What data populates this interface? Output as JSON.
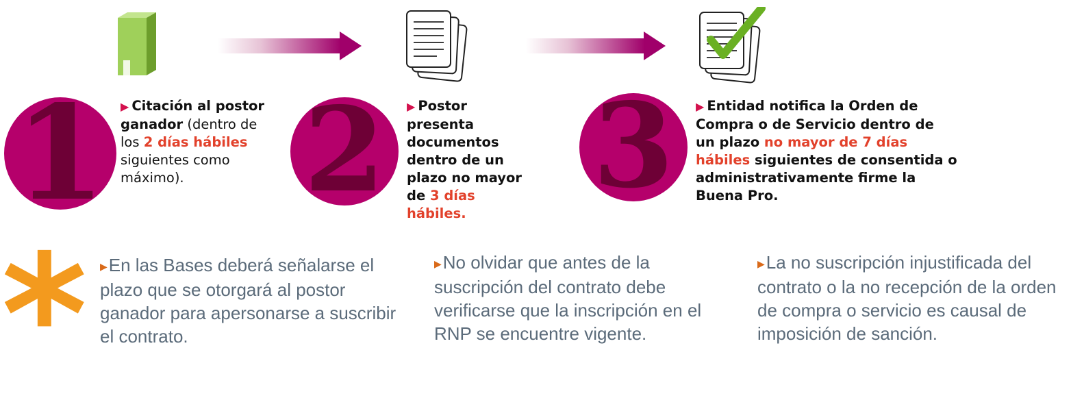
{
  "steps": [
    {
      "number": "1",
      "icon": "building-icon",
      "bold_text": "Citación al postor ganador",
      "pre_highlight": " (dentro de los ",
      "highlight": "2 días hábiles",
      "post_highlight": " siguientes como máximo)."
    },
    {
      "number": "2",
      "icon": "documents-icon",
      "bold_text": "Postor presenta documentos dentro de un plazo no mayor de ",
      "highlight": "3 días hábiles."
    },
    {
      "number": "3",
      "icon": "approved-documents-icon",
      "bold_pre": "Entidad notifica la Orden de Compra o de Servicio dentro de un plazo ",
      "highlight": "no mayor de 7 días hábiles",
      "bold_post": " siguientes de consentida o administrativamente firme la Buena Pro."
    }
  ],
  "notes": {
    "asterisk": "*",
    "items": [
      "En las Bases deberá señalarse el plazo que se otorgará al postor ganador para apersonarse a suscribir el contrato.",
      "No olvidar que antes de la suscripción del contrato debe verificarse que la inscripción en el RNP se encuentre vigente.",
      "La no suscripción injustificada del contrato o la no recepción de la orden de compra o servicio es causal de imposición de sanción."
    ]
  },
  "colors": {
    "circle": "#b5006b",
    "number": "#6e0036",
    "highlight": "#e2412b",
    "arrow": "#a0006a",
    "asterisk": "#f39a1e",
    "note_text": "#5b6b7a",
    "building": "#8cc63f",
    "check": "#6ab023"
  }
}
